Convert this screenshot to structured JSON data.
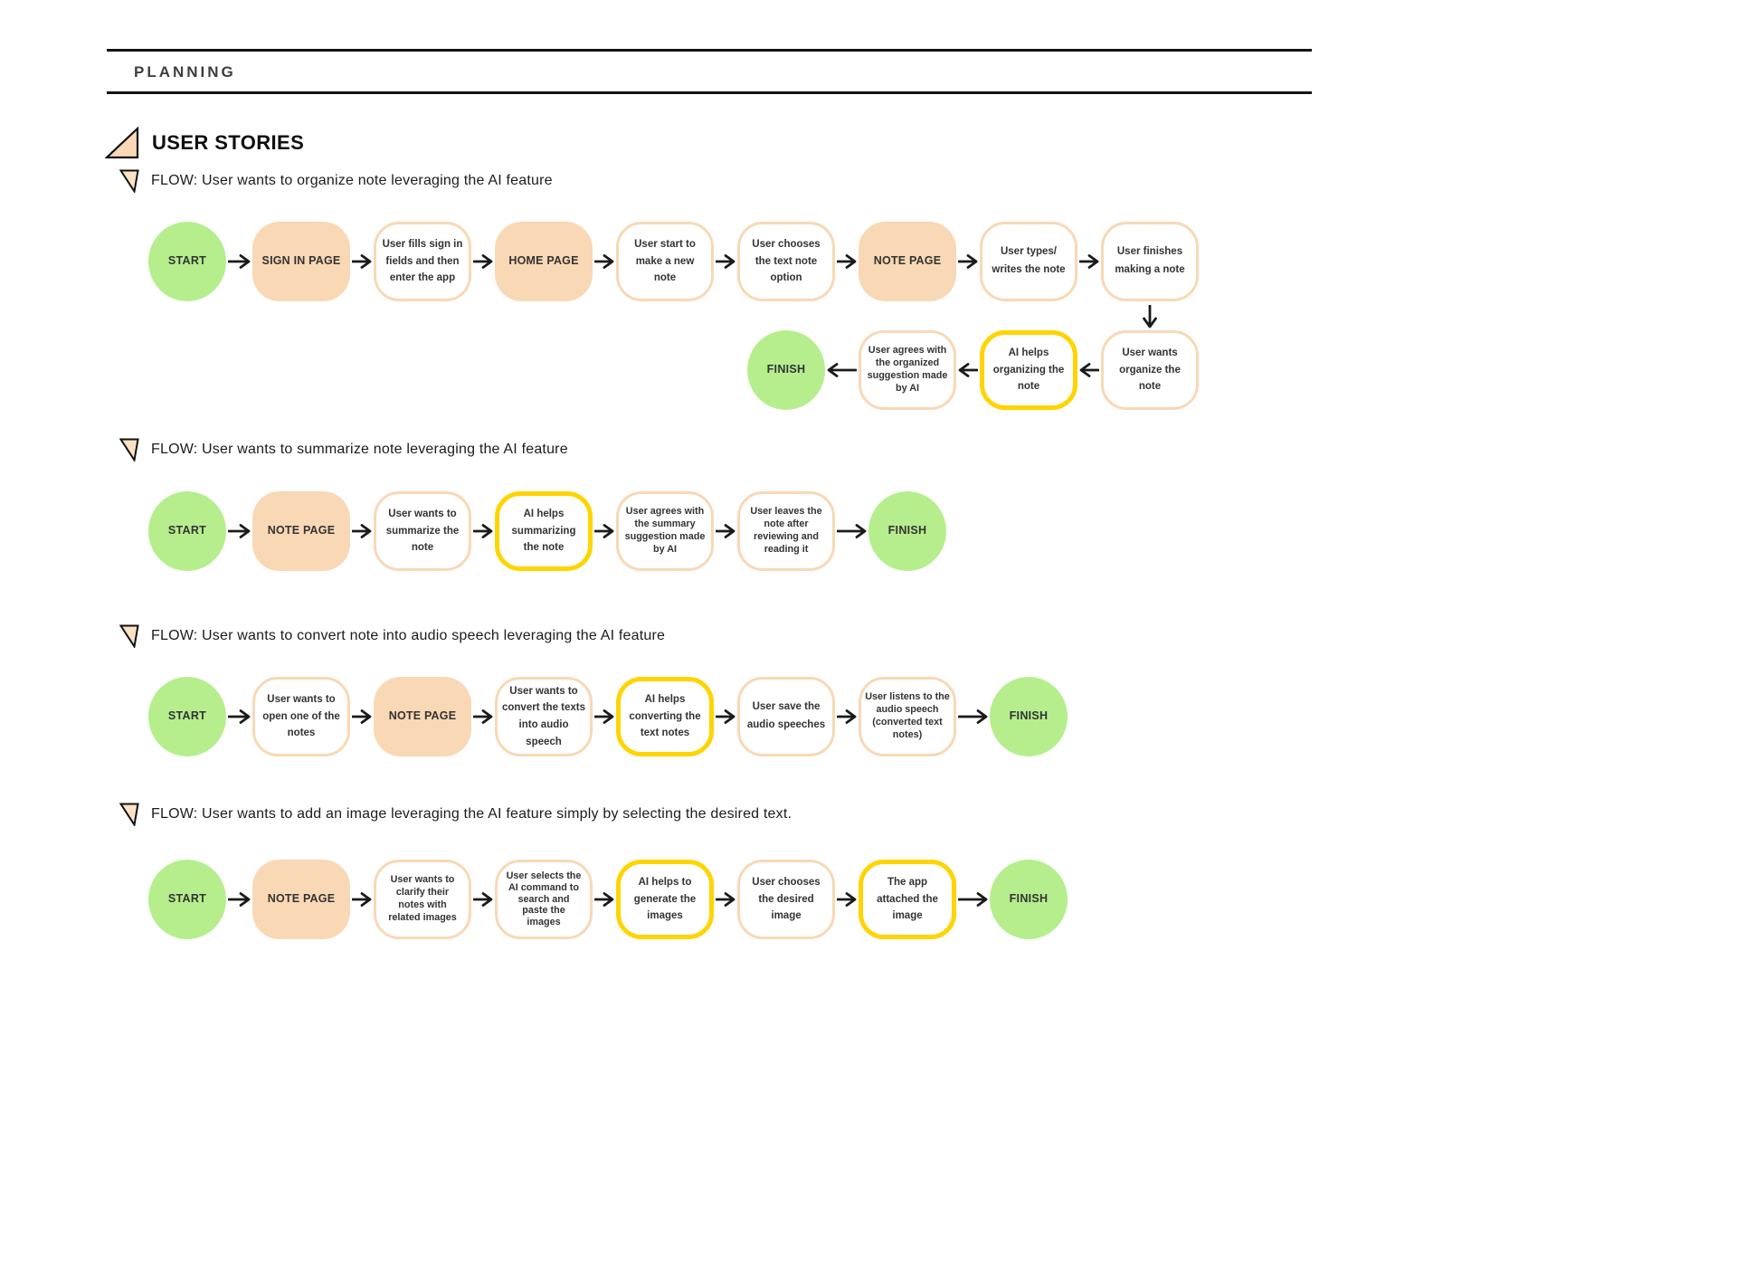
{
  "header": {
    "title": "PLANNING"
  },
  "section": {
    "title": "USER STORIES",
    "icon": "peach-right-triangle-icon"
  },
  "colors": {
    "start_finish_fill": "#b6ee8e",
    "page_fill": "#f9d8b5",
    "action_border": "#f9d8b5",
    "ai_highlight_border": "#ffd400",
    "arrow": "#1a1a1a",
    "divider": "#141414"
  },
  "flows": [
    {
      "id": "organize-note",
      "icon": "flag-triangle-icon",
      "label": "FLOW: User wants to organize note leveraging the AI feature",
      "nodes": [
        {
          "type": "start",
          "label": "START"
        },
        {
          "type": "page",
          "label": "SIGN IN PAGE"
        },
        {
          "type": "action",
          "label": "User fills sign in\nfields and then\nenter the app"
        },
        {
          "type": "page",
          "label": "HOME PAGE"
        },
        {
          "type": "action",
          "label": "User start to\nmake a new\nnote"
        },
        {
          "type": "action",
          "label": "User chooses\nthe text note\noption"
        },
        {
          "type": "page",
          "label": "NOTE PAGE"
        },
        {
          "type": "action",
          "label": "User types/\nwrites the note"
        },
        {
          "type": "action",
          "label": "User finishes\nmaking a note"
        },
        {
          "type": "action",
          "label": "User wants\norganize the\nnote"
        },
        {
          "type": "ai",
          "label": "AI helps\norganizing the\nnote"
        },
        {
          "type": "action",
          "label": "User agrees with\nthe organized\nsuggestion made\nby AI"
        },
        {
          "type": "finish",
          "label": "FINISH"
        }
      ]
    },
    {
      "id": "summarize-note",
      "icon": "flag-triangle-icon",
      "label": "FLOW: User wants to summarize note leveraging the AI feature",
      "nodes": [
        {
          "type": "start",
          "label": "START"
        },
        {
          "type": "page",
          "label": "NOTE PAGE"
        },
        {
          "type": "action",
          "label": "User wants to\nsummarize the\nnote"
        },
        {
          "type": "ai",
          "label": "AI helps\nsummarizing\nthe note"
        },
        {
          "type": "action",
          "label": "User agrees with\nthe summary\nsuggestion made\nby AI"
        },
        {
          "type": "action",
          "label": "User leaves the\nnote after\nreviewing and\nreading it"
        },
        {
          "type": "finish",
          "label": "FINISH"
        }
      ]
    },
    {
      "id": "convert-audio",
      "icon": "flag-triangle-icon",
      "label": "FLOW: User wants to convert note into audio speech leveraging the AI feature",
      "nodes": [
        {
          "type": "start",
          "label": "START"
        },
        {
          "type": "action",
          "label": "User wants to\nopen one of the\nnotes"
        },
        {
          "type": "page",
          "label": "NOTE PAGE"
        },
        {
          "type": "action",
          "label": "User wants to\nconvert the texts\ninto audio speech"
        },
        {
          "type": "ai",
          "label": "AI helps\nconverting the\ntext notes"
        },
        {
          "type": "action",
          "label": "User save the\naudio speeches"
        },
        {
          "type": "action",
          "label": "User listens to the\naudio speech\n(converted text\nnotes)"
        },
        {
          "type": "finish",
          "label": "FINISH"
        }
      ]
    },
    {
      "id": "add-image",
      "icon": "flag-triangle-icon",
      "label": "FLOW: User wants to add an image leveraging the AI feature simply by selecting the desired text.",
      "nodes": [
        {
          "type": "start",
          "label": "START"
        },
        {
          "type": "page",
          "label": "NOTE PAGE"
        },
        {
          "type": "action",
          "label": "User wants to\nclarify their\nnotes with\nrelated images"
        },
        {
          "type": "action",
          "label": "User selects the\nAI command to\nsearch and\npaste the\nimages"
        },
        {
          "type": "ai",
          "label": "AI helps to\ngenerate the\nimages"
        },
        {
          "type": "action",
          "label": "User chooses\nthe desired\nimage"
        },
        {
          "type": "ai",
          "label": "The app\nattached the\nimage"
        },
        {
          "type": "finish",
          "label": "FINISH"
        }
      ]
    }
  ]
}
